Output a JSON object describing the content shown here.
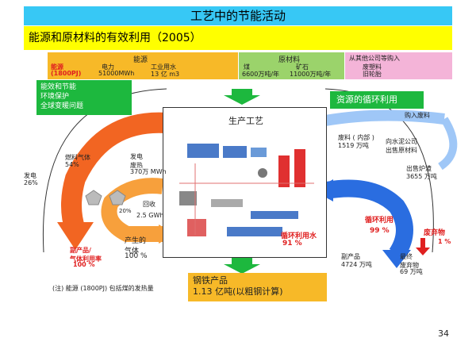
{
  "title": "工艺中的节能活动",
  "subtitle": "能源和原材料的有效利用（2005）",
  "energy": {
    "header": "能源",
    "total_label": "能源",
    "total_value": "(1800PJ)",
    "electricity_label": "电力",
    "electricity_value": "51000MWh",
    "water_label": "工业用水",
    "water_value": "13 亿 m3"
  },
  "raw": {
    "header": "原材料",
    "coal_label": "煤",
    "coal_value": "6600万吨/年",
    "ore_label": "矿石",
    "ore_value": "11000万吨/年"
  },
  "buy": {
    "header": "从其他公司等购入",
    "item1": "废塑料",
    "item2": "旧轮胎"
  },
  "note_green": [
    "能效和节能",
    "环境保护",
    "全球变暖问题"
  ],
  "recycle_title": "资源的循环利用",
  "process_title": "生产工艺",
  "left": {
    "fuel_gas": "燃料气体",
    "fuel_gas_pct": "54%",
    "power_gen": "发电",
    "power_gen_pct": "26%",
    "waste_heat_label": "发电\n废热",
    "waste_heat_value": "370万 MWh",
    "recovery_label": "回收",
    "recovery_value": "2.5 GWh",
    "percent20": "20%",
    "generated_gas": "产生的\n气体",
    "generated_gas_pct": "100 %",
    "byproduct_label": "副产品/\n气体利用率",
    "byproduct_pct": "100 %",
    "note": "(注) 能源 (1800PJ) 包括煤的发热量"
  },
  "right": {
    "buy_waste": "购入废料",
    "scrap_label": "废料 ( 内部 )",
    "scrap_value": "1519 万吨",
    "cement_label": "向水泥公司\n出售原材料",
    "slag_label": "出售炉渣",
    "slag_value": "3655 万吨",
    "recycle_label": "循环利用",
    "recycle_pct": "99 %",
    "waste_label": "废弃物",
    "waste_pct": "1 %",
    "byproduct_label": "副产品",
    "byproduct_value": "4724 万吨",
    "final_waste_label": "最终\n废弃物",
    "final_waste_value": "69 万吨"
  },
  "recycled_water_label": "循环利用水",
  "recycled_water_pct": "91 %",
  "product_label": "钢铁产品",
  "product_value": "1.13 亿吨(以粗钢计算)",
  "page_number": "34",
  "colors": {
    "title_bg": "#37c8f5",
    "subtitle_bg": "#ffff00",
    "energy_bg": "#f7b928",
    "raw_bg": "#9bd36b",
    "buy_bg": "#f4b4d8",
    "green": "#1db83e",
    "orange_arrow": "#f26522",
    "blue_arrow": "#2a6de0"
  }
}
